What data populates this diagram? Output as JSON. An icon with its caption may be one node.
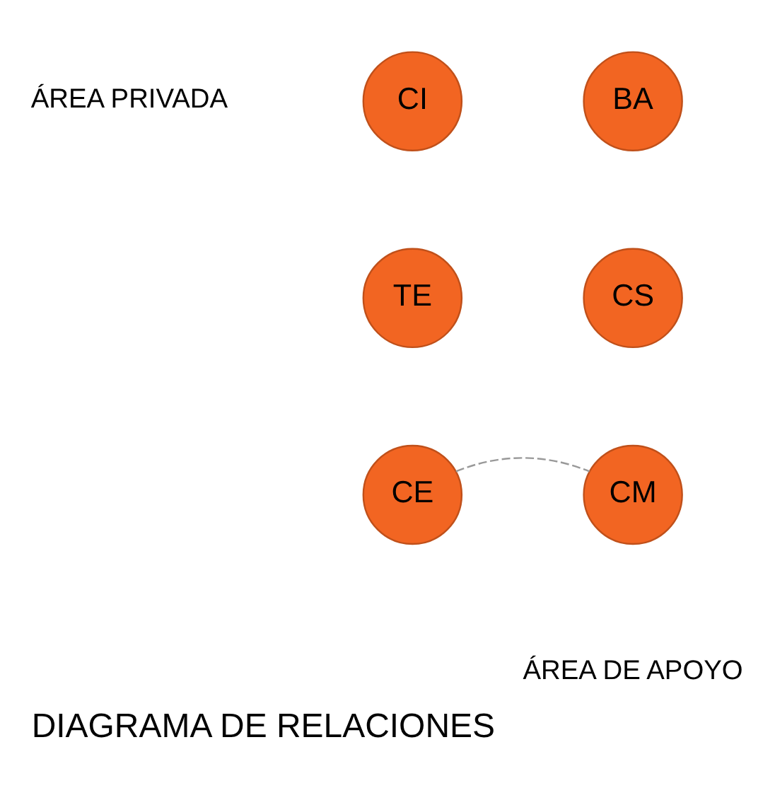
{
  "diagram": {
    "title": "DIAGRAMA DE RELACIONES",
    "nodes": [
      {
        "text": [
          "BA"
        ]
      },
      {
        "text": [
          "CI"
        ]
      },
      {
        "text": [
          "CS"
        ]
      },
      {
        "text": [
          "TE"
        ]
      },
      {
        "text": [
          "CM"
        ]
      },
      {
        "text": [
          "CE"
        ]
      }
    ],
    "edges": [
      {
        "from": 5,
        "to": 4,
        "arrow": "none",
        "style": "dashed",
        "color": "#999999"
      }
    ],
    "labels": [
      "ÁREA PRIVADA",
      "ÁREA DE APOYO"
    ]
  }
}
